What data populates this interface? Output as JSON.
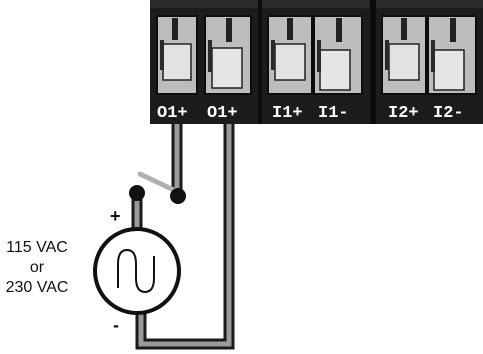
{
  "terminal_labels": [
    "O1+",
    "O1+",
    "I1+",
    "I1-",
    "I2+",
    "I2-"
  ],
  "source": {
    "voltage_line_1": "115 VAC",
    "voltage_line_2": "or",
    "voltage_line_3": "230 VAC",
    "plus_sign": "+",
    "minus_sign": "-",
    "icon": "ac-sine-icon"
  },
  "colors": {
    "terminal_block": "#1c1c1c",
    "terminal_slot": "#b9b9b9",
    "wire_fill": "#9a9a9a",
    "wire_outline": "#1a1a1a",
    "switch_arm": "#b0b0b0"
  }
}
